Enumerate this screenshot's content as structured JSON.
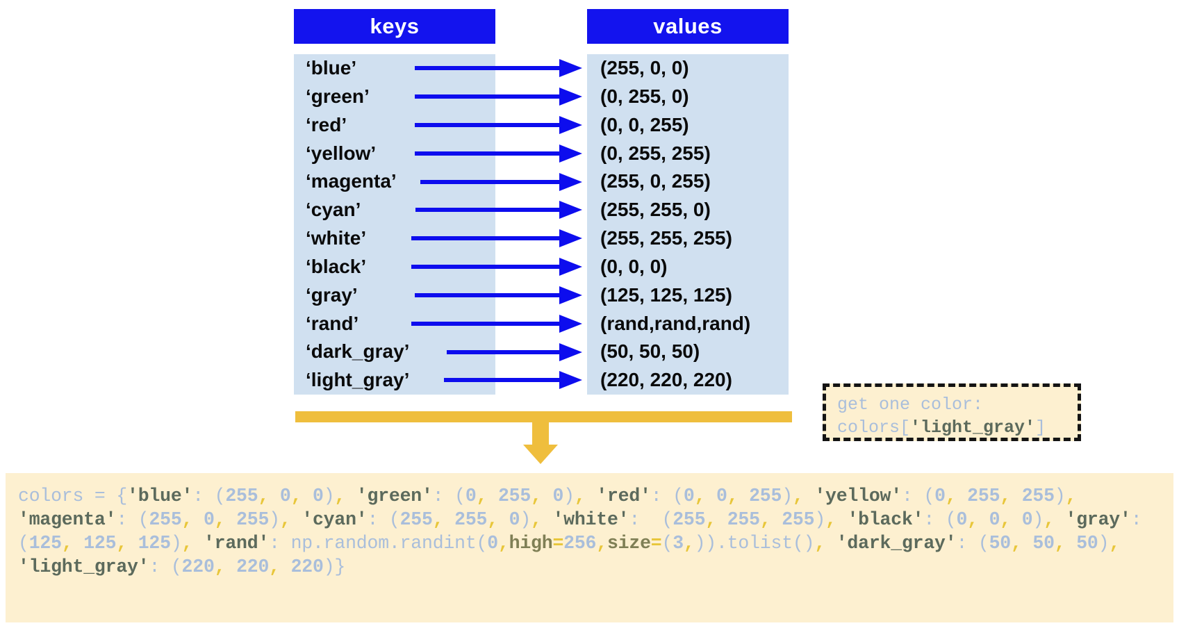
{
  "headers": {
    "keys": "keys",
    "values": "values",
    "header_bg": "#1313EE",
    "header_fg": "#FFFFFF",
    "panel_bg": "#D0E0F0",
    "arrow_color": "#0D0DEE",
    "connector_color": "#EFBE3D",
    "code_bg": "#FDF0D0"
  },
  "mapping": [
    {
      "key": "‘blue’",
      "value": "(255, 0, 0)"
    },
    {
      "key": "‘green’",
      "value": "(0, 255, 0)"
    },
    {
      "key": "‘red’",
      "value": "(0, 0, 255)"
    },
    {
      "key": "‘yellow’",
      "value": "(0, 255, 255)"
    },
    {
      "key": "‘magenta’",
      "value": "(255, 0, 255)"
    },
    {
      "key": "‘cyan’",
      "value": "(255, 255, 0)"
    },
    {
      "key": "‘white’",
      "value": "(255, 255, 255)"
    },
    {
      "key": "‘black’",
      "value": "(0, 0, 0)"
    },
    {
      "key": "‘gray’",
      "value": "(125, 125, 125)"
    },
    {
      "key": "‘rand’",
      "value": "(rand,rand,rand)"
    },
    {
      "key": "‘dark_gray’",
      "value": "(50, 50, 50)"
    },
    {
      "key": "‘light_gray’",
      "value": "(220, 220, 220)"
    }
  ],
  "callout": {
    "line1": "get one color:",
    "line2_prefix": "colors[",
    "line2_key": "'light_gray'",
    "line2_suffix": "]"
  },
  "code": {
    "full_text": "colors = {'blue': (255, 0, 0), 'green': (0, 255, 0), 'red': (0, 0, 255), 'yellow': (0, 255, 255), 'magenta': (255, 0, 255), 'cyan': (255, 255, 0), 'white':  (255, 255, 255), 'black': (0, 0, 0), 'gray': (125, 125, 125), 'rand': np.random.randint(0,high=256,size=(3,)).tolist(), 'dark_gray': (50, 50, 50), 'light_gray': (220, 220, 220)}",
    "tokens": [
      {
        "t": "colors = {",
        "c": "plain"
      },
      {
        "t": "'blue'",
        "c": "str"
      },
      {
        "t": ": (",
        "c": "punct"
      },
      {
        "t": "255",
        "c": "num"
      },
      {
        "t": ",",
        "c": "comma"
      },
      {
        "t": " ",
        "c": "plain"
      },
      {
        "t": "0",
        "c": "num"
      },
      {
        "t": ",",
        "c": "comma"
      },
      {
        "t": " ",
        "c": "plain"
      },
      {
        "t": "0",
        "c": "num"
      },
      {
        "t": ")",
        "c": "punct"
      },
      {
        "t": ",",
        "c": "comma"
      },
      {
        "t": " ",
        "c": "plain"
      },
      {
        "t": "'green'",
        "c": "str"
      },
      {
        "t": ": (",
        "c": "punct"
      },
      {
        "t": "0",
        "c": "num"
      },
      {
        "t": ",",
        "c": "comma"
      },
      {
        "t": " ",
        "c": "plain"
      },
      {
        "t": "255",
        "c": "num"
      },
      {
        "t": ",",
        "c": "comma"
      },
      {
        "t": " ",
        "c": "plain"
      },
      {
        "t": "0",
        "c": "num"
      },
      {
        "t": ")",
        "c": "punct"
      },
      {
        "t": ",",
        "c": "comma"
      },
      {
        "t": " ",
        "c": "plain"
      },
      {
        "t": "'red'",
        "c": "str"
      },
      {
        "t": ": (",
        "c": "punct"
      },
      {
        "t": "0",
        "c": "num"
      },
      {
        "t": ",",
        "c": "comma"
      },
      {
        "t": " ",
        "c": "plain"
      },
      {
        "t": "0",
        "c": "num"
      },
      {
        "t": ",",
        "c": "comma"
      },
      {
        "t": " ",
        "c": "plain"
      },
      {
        "t": "255",
        "c": "num"
      },
      {
        "t": ")",
        "c": "punct"
      },
      {
        "t": ",",
        "c": "comma"
      },
      {
        "t": " ",
        "c": "plain"
      },
      {
        "t": "'yellow'",
        "c": "str"
      },
      {
        "t": ": (",
        "c": "punct"
      },
      {
        "t": "0",
        "c": "num"
      },
      {
        "t": ",",
        "c": "comma"
      },
      {
        "t": " ",
        "c": "plain"
      },
      {
        "t": "255",
        "c": "num"
      },
      {
        "t": ",",
        "c": "comma"
      },
      {
        "t": " ",
        "c": "plain"
      },
      {
        "t": "255",
        "c": "num"
      },
      {
        "t": ")",
        "c": "punct"
      },
      {
        "t": ",",
        "c": "comma"
      },
      {
        "t": " ",
        "c": "plain"
      },
      {
        "t": "'magenta'",
        "c": "str"
      },
      {
        "t": ": (",
        "c": "punct"
      },
      {
        "t": "255",
        "c": "num"
      },
      {
        "t": ",",
        "c": "comma"
      },
      {
        "t": " ",
        "c": "plain"
      },
      {
        "t": "0",
        "c": "num"
      },
      {
        "t": ",",
        "c": "comma"
      },
      {
        "t": " ",
        "c": "plain"
      },
      {
        "t": "255",
        "c": "num"
      },
      {
        "t": ")",
        "c": "punct"
      },
      {
        "t": ",",
        "c": "comma"
      },
      {
        "t": " ",
        "c": "plain"
      },
      {
        "t": "'cyan'",
        "c": "str"
      },
      {
        "t": ": (",
        "c": "punct"
      },
      {
        "t": "255",
        "c": "num"
      },
      {
        "t": ",",
        "c": "comma"
      },
      {
        "t": " ",
        "c": "plain"
      },
      {
        "t": "255",
        "c": "num"
      },
      {
        "t": ",",
        "c": "comma"
      },
      {
        "t": " ",
        "c": "plain"
      },
      {
        "t": "0",
        "c": "num"
      },
      {
        "t": ")",
        "c": "punct"
      },
      {
        "t": ",",
        "c": "comma"
      },
      {
        "t": " ",
        "c": "plain"
      },
      {
        "t": "'white'",
        "c": "str"
      },
      {
        "t": ":  (",
        "c": "punct"
      },
      {
        "t": "255",
        "c": "num"
      },
      {
        "t": ",",
        "c": "comma"
      },
      {
        "t": " ",
        "c": "plain"
      },
      {
        "t": "255",
        "c": "num"
      },
      {
        "t": ",",
        "c": "comma"
      },
      {
        "t": " ",
        "c": "plain"
      },
      {
        "t": "255",
        "c": "num"
      },
      {
        "t": ")",
        "c": "punct"
      },
      {
        "t": ",",
        "c": "comma"
      },
      {
        "t": " ",
        "c": "plain"
      },
      {
        "t": "'black'",
        "c": "str"
      },
      {
        "t": ": (",
        "c": "punct"
      },
      {
        "t": "0",
        "c": "num"
      },
      {
        "t": ",",
        "c": "comma"
      },
      {
        "t": " ",
        "c": "plain"
      },
      {
        "t": "0",
        "c": "num"
      },
      {
        "t": ",",
        "c": "comma"
      },
      {
        "t": " ",
        "c": "plain"
      },
      {
        "t": "0",
        "c": "num"
      },
      {
        "t": ")",
        "c": "punct"
      },
      {
        "t": ",",
        "c": "comma"
      },
      {
        "t": " ",
        "c": "plain"
      },
      {
        "t": "'gray'",
        "c": "str"
      },
      {
        "t": ": (",
        "c": "punct"
      },
      {
        "t": "125",
        "c": "num"
      },
      {
        "t": ",",
        "c": "comma"
      },
      {
        "t": " ",
        "c": "plain"
      },
      {
        "t": "125",
        "c": "num"
      },
      {
        "t": ",",
        "c": "comma"
      },
      {
        "t": " ",
        "c": "plain"
      },
      {
        "t": "125",
        "c": "num"
      },
      {
        "t": ")",
        "c": "punct"
      },
      {
        "t": ",",
        "c": "comma"
      },
      {
        "t": " ",
        "c": "plain"
      },
      {
        "t": "'rand'",
        "c": "str"
      },
      {
        "t": ": np.random.randint(",
        "c": "plain"
      },
      {
        "t": "0",
        "c": "num"
      },
      {
        "t": ",",
        "c": "comma"
      },
      {
        "t": "high",
        "c": "kw"
      },
      {
        "t": "=",
        "c": "comma"
      },
      {
        "t": "256",
        "c": "num"
      },
      {
        "t": ",",
        "c": "comma"
      },
      {
        "t": "size",
        "c": "kw"
      },
      {
        "t": "=",
        "c": "comma"
      },
      {
        "t": "(",
        "c": "punct"
      },
      {
        "t": "3",
        "c": "num"
      },
      {
        "t": ",",
        "c": "comma"
      },
      {
        "t": ")).tolist()",
        "c": "plain"
      },
      {
        "t": ",",
        "c": "comma"
      },
      {
        "t": " ",
        "c": "plain"
      },
      {
        "t": "'dark_gray'",
        "c": "str"
      },
      {
        "t": ": (",
        "c": "punct"
      },
      {
        "t": "50",
        "c": "num"
      },
      {
        "t": ",",
        "c": "comma"
      },
      {
        "t": " ",
        "c": "plain"
      },
      {
        "t": "50",
        "c": "num"
      },
      {
        "t": ",",
        "c": "comma"
      },
      {
        "t": " ",
        "c": "plain"
      },
      {
        "t": "50",
        "c": "num"
      },
      {
        "t": ")",
        "c": "punct"
      },
      {
        "t": ",",
        "c": "comma"
      },
      {
        "t": " ",
        "c": "plain"
      },
      {
        "t": "'light_gray'",
        "c": "str"
      },
      {
        "t": ": (",
        "c": "punct"
      },
      {
        "t": "220",
        "c": "num"
      },
      {
        "t": ",",
        "c": "comma"
      },
      {
        "t": " ",
        "c": "plain"
      },
      {
        "t": "220",
        "c": "num"
      },
      {
        "t": ",",
        "c": "comma"
      },
      {
        "t": " ",
        "c": "plain"
      },
      {
        "t": "220",
        "c": "num"
      },
      {
        "t": ")}",
        "c": "punct"
      }
    ]
  }
}
